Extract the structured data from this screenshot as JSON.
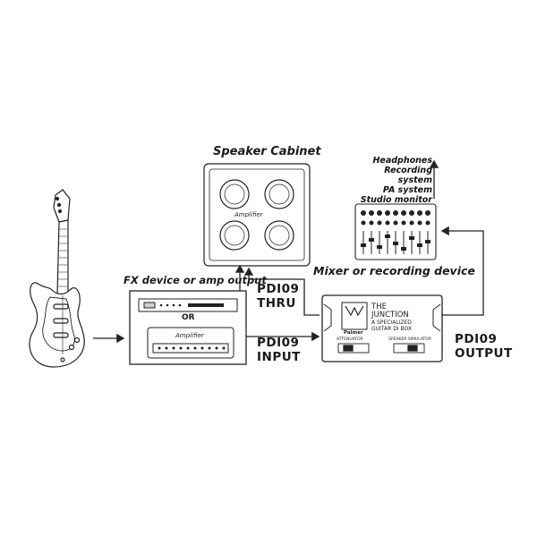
{
  "labels": {
    "speaker_cabinet": "Speaker Cabinet",
    "fx_device": "FX device or amp output",
    "mixer": "Mixer or recording device",
    "pd109_thru_line1": "PDI09",
    "pd109_thru_line2": "THRU",
    "pd109_input_line1": "PDI09",
    "pd109_input_line2": "INPUT",
    "pd109_output_line1": "PDI09",
    "pd109_output_line2": "OUTPUT",
    "or": "OR"
  },
  "outputs": [
    "Headphones",
    "Recording system",
    "PA system",
    "Studio monitor"
  ],
  "junction": {
    "title_line1": "THE",
    "title_line2": "JUNCTION",
    "subtitle_line1": "A SPECIALIZED",
    "subtitle_line2": "GUITAR DI BOX",
    "brand": "Palmer",
    "attenuator": "ATTENUATOR",
    "speaker_sim": "SPEAKER SIMULATOR"
  },
  "brand_script": "Amplifier",
  "colors": {
    "line": "#222222",
    "fill": "#ffffff",
    "shade": "#cfcfcf"
  }
}
